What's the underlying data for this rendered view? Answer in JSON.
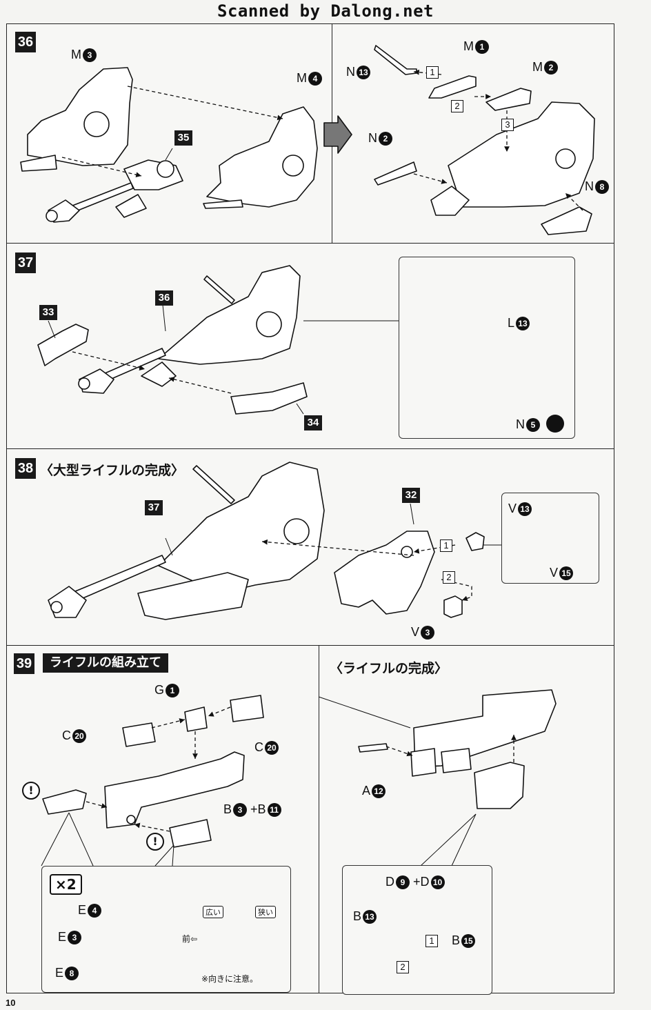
{
  "header": "Scanned by Dalong.net",
  "page_number": "10",
  "steps": {
    "s36": {
      "num": "36",
      "labels": {
        "m3_letter": "M",
        "m3_num": "3",
        "m4_letter": "M",
        "m4_num": "4",
        "ref35": "35",
        "n13_letter": "N",
        "n13_num": "13",
        "m1_letter": "M",
        "m1_num": "1",
        "m2_letter": "M",
        "m2_num": "2",
        "n2_letter": "N",
        "n2_num": "2",
        "n8_letter": "N",
        "n8_num": "8"
      },
      "orders": [
        "1",
        "2",
        "3"
      ]
    },
    "s37": {
      "num": "37",
      "labels": {
        "ref33": "33",
        "ref36": "36",
        "ref34": "34",
        "l13_letter": "L",
        "l13_num": "13",
        "n5_letter": "N",
        "n5_num": "5"
      }
    },
    "s38": {
      "num": "38",
      "title": "〈大型ライフルの完成〉",
      "labels": {
        "ref37": "37",
        "ref32": "32",
        "v13_letter": "V",
        "v13_num": "13",
        "v15_letter": "V",
        "v15_num": "15",
        "v3_letter": "V",
        "v3_num": "3"
      },
      "orders": [
        "1",
        "2"
      ]
    },
    "s39": {
      "num": "39",
      "banner": "ライフルの組み立て",
      "labels": {
        "g1_letter": "G",
        "g1_num": "1",
        "c20a_letter": "C",
        "c20a_num": "20",
        "c20b_letter": "C",
        "c20b_num": "20",
        "b3_letter": "B",
        "b3_num": "3",
        "plus": "+",
        "b11_letter": "B",
        "b11_num": "11",
        "e4_letter": "E",
        "e4_num": "4",
        "e3_letter": "E",
        "e3_num": "3",
        "e8_letter": "E",
        "e8_num": "8"
      },
      "warn": "!",
      "multiplier": "×2",
      "wide": "広い",
      "narrow": "狭い",
      "front": "前",
      "note": "※向きに注意。"
    },
    "rifle_done": {
      "title": "〈ライフルの完成〉",
      "labels": {
        "a12_letter": "A",
        "a12_num": "12",
        "d9_letter": "D",
        "d9_num": "9",
        "plus": "+",
        "d10_letter": "D",
        "d10_num": "10",
        "b13_letter": "B",
        "b13_num": "13",
        "b15_letter": "B",
        "b15_num": "15"
      },
      "orders": [
        "1",
        "2"
      ]
    }
  }
}
